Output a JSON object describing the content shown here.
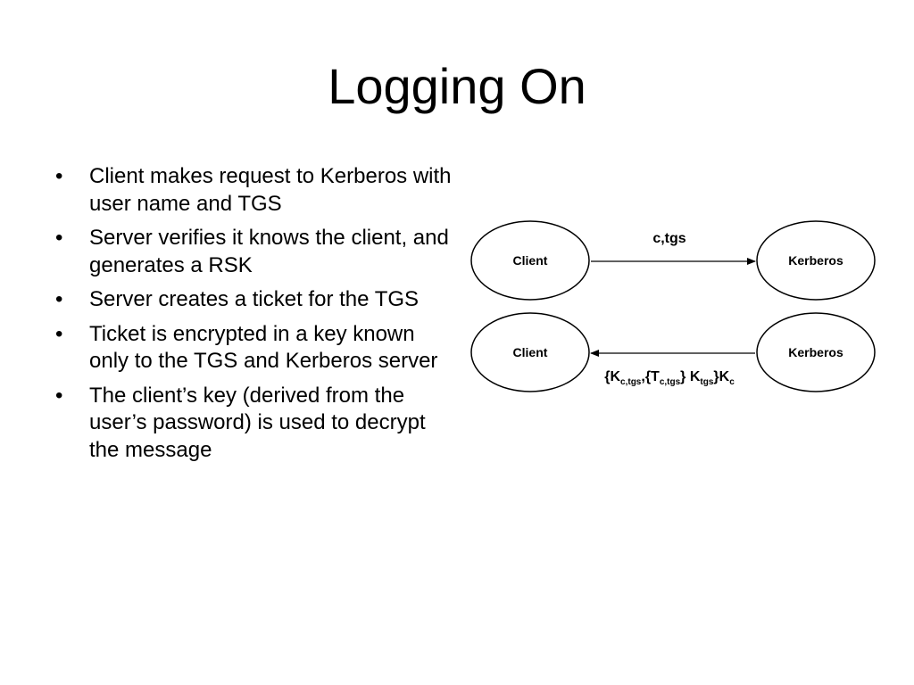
{
  "slide": {
    "title": "Logging On",
    "bullets": [
      "Client makes request to Kerberos with user name and TGS",
      "Server verifies it knows the client, and generates a RSK",
      "Server creates a ticket for the TGS",
      "Ticket is encrypted in a key known only to the TGS and Kerberos server",
      "The client’s key (derived from the user’s password) is used to decrypt the message"
    ],
    "bullet_marker": "•"
  },
  "diagram": {
    "row1": {
      "left_node": "Client",
      "right_node": "Kerberos",
      "arrow_label": "c,tgs",
      "direction": "left-to-right"
    },
    "row2": {
      "left_node": "Client",
      "right_node": "Kerberos",
      "direction": "right-to-left",
      "arrow_label_parts": {
        "open1": "{K",
        "sub1": "c,tgs",
        "open2": ",{T",
        "sub2": "c,tgs",
        "mid": "} K",
        "sub3": "tgs",
        "close": "}K",
        "sub4": "c"
      }
    }
  }
}
